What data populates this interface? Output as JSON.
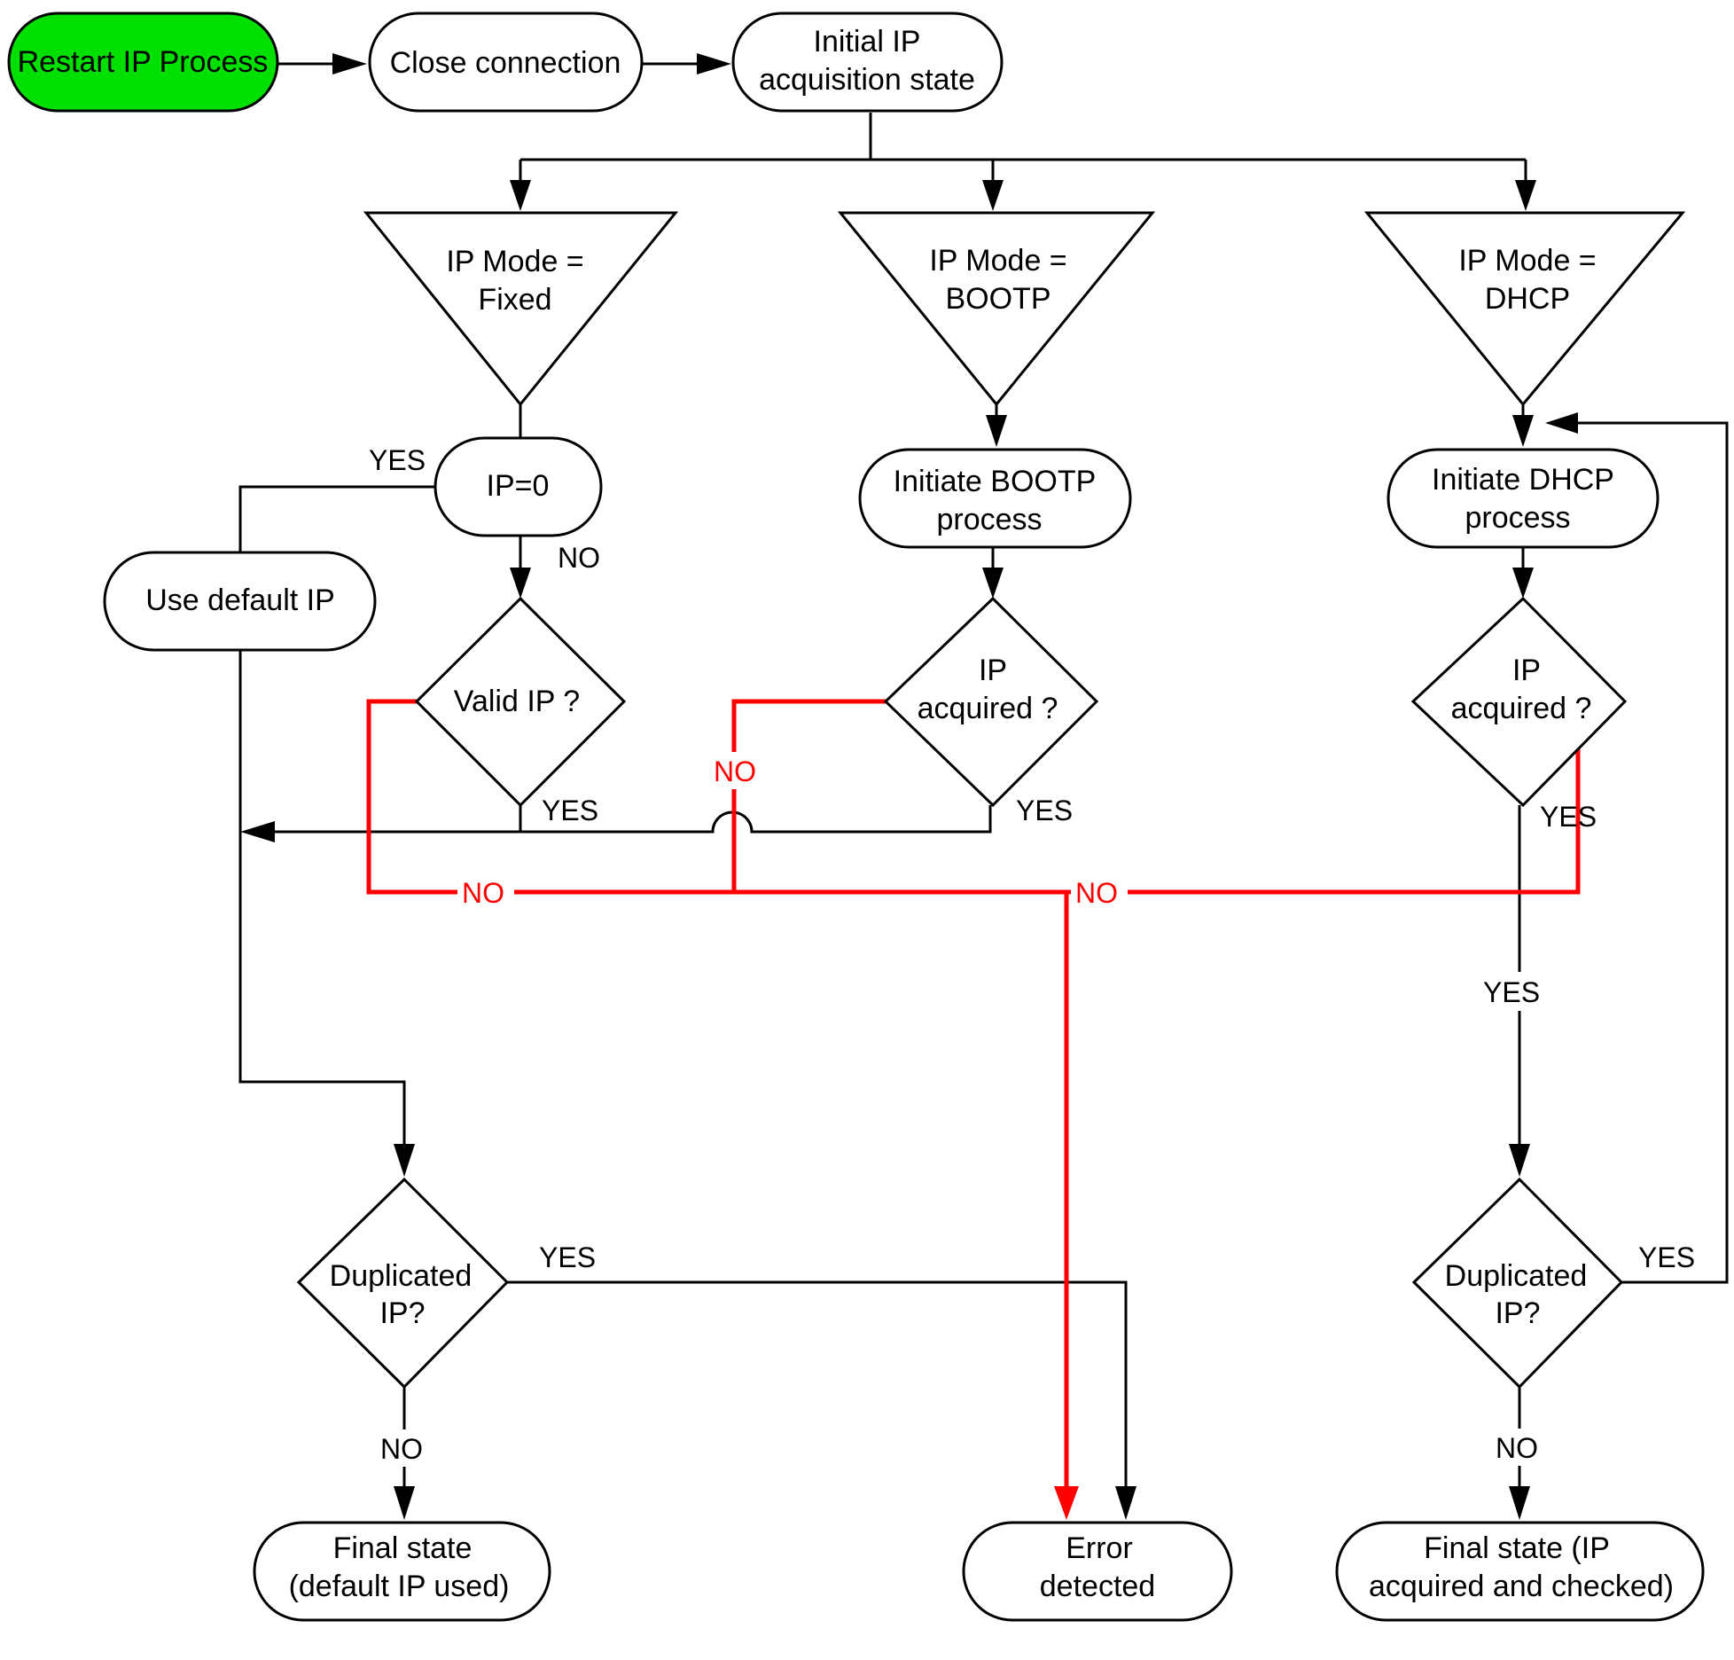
{
  "colors": {
    "start_fill": "#00e000",
    "line": "#000000",
    "error_line": "#ff0000",
    "background": "#ffffff"
  },
  "nodes": {
    "restart": "Restart IP Process",
    "close": "Close connection",
    "initial": [
      "Initial IP",
      "acquisition state"
    ],
    "mode_fixed": [
      "IP Mode =",
      "Fixed"
    ],
    "mode_bootp": [
      "IP Mode =",
      "BOOTP"
    ],
    "mode_dhcp": [
      "IP Mode =",
      "DHCP"
    ],
    "ip_zero": "IP=0",
    "use_default": "Use default IP",
    "valid_ip": "Valid IP ?",
    "init_bootp": [
      "Initiate BOOTP",
      "process"
    ],
    "bootp_acquired": [
      "IP",
      "acquired ?"
    ],
    "init_dhcp": [
      "Initiate DHCP",
      "process"
    ],
    "dhcp_acquired": [
      "IP",
      "acquired ?"
    ],
    "dup_left": [
      "Duplicated",
      "IP?"
    ],
    "dup_right": [
      "Duplicated",
      "IP?"
    ],
    "final_default": [
      "Final state",
      "(default IP used)"
    ],
    "error": [
      "Error",
      "detected"
    ],
    "final_dhcp": [
      "Final state (IP",
      "acquired and checked)"
    ]
  },
  "labels": {
    "ip0_yes": "YES",
    "ip0_no": "NO",
    "valid_yes": "YES",
    "bootp_no": "NO",
    "bootp_yes": "YES",
    "dhcp_yes": "YES",
    "dhcp_yes_mid": "YES",
    "valid_no": "NO",
    "dhcp_no": "NO",
    "dup_left_yes": "YES",
    "dup_left_no": "NO",
    "dup_right_yes": "YES",
    "dup_right_no": "NO"
  }
}
